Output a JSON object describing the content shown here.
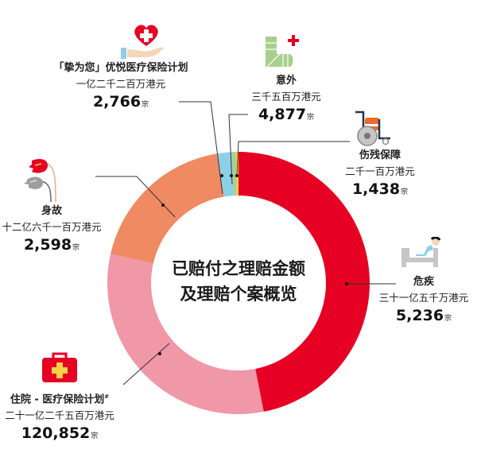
{
  "chart_data": {
    "type": "pie",
    "variant": "donut",
    "title": "已赔付之理赔金额及理赔个案概览",
    "unit_amount": "港元",
    "unit_count": "宗",
    "categories": [
      "危疾",
      "住院 - 医疗保险计划#",
      "身故",
      "「挚为您」优悦医疗保险计划",
      "意外",
      "伤残保障"
    ],
    "series": [
      {
        "name": "已赔付之理赔金额 (百万港元)",
        "values": [
          3150,
          2125,
          1261,
          122,
          35,
          21
        ]
      },
      {
        "name": "理赔个案 (宗)",
        "values": [
          5236,
          120852,
          2598,
          2766,
          4877,
          1438
        ]
      }
    ],
    "amount_labels": [
      "三十一亿五千万港元",
      "二十一亿二千五百万港元",
      "十二亿六千一百万港元",
      "一亿二千二百万港元",
      "三千五百万港元",
      "二千一百万港元"
    ],
    "colors": [
      "#e60023",
      "#f097a8",
      "#f08a62",
      "#8ecfe8",
      "#a8d08d",
      "#f7d046"
    ],
    "legend_position": "callout labels around ring"
  },
  "center_title": {
    "line1": "已赔付之理赔金额",
    "line2": "及理赔个案概览"
  },
  "segments": [
    {
      "key": "critical_illness",
      "name": "危疾",
      "amount": "三十一亿五千万港元",
      "count": "5,236",
      "unit": "宗",
      "color": "#e60023",
      "icon": "hospital-bed-patient-icon"
    },
    {
      "key": "hospitalization",
      "name": "住院 - 医疗保险计划",
      "footnote": "#",
      "amount": "二十一亿二千五百万港元",
      "count": "120,852",
      "unit": "宗",
      "color": "#f097a8",
      "icon": "first-aid-kit-icon"
    },
    {
      "key": "death",
      "name": "身故",
      "amount": "十二亿六千一百万港元",
      "count": "2,598",
      "unit": "宗",
      "color": "#f08a62",
      "icon": "wilting-flowers-icon"
    },
    {
      "key": "medical_plan",
      "name": "「挚为您」优悦医疗保险计划",
      "amount": "一亿二千二百万港元",
      "count": "2,766",
      "unit": "宗",
      "color": "#8ecfe8",
      "icon": "heart-in-hand-icon"
    },
    {
      "key": "accident",
      "name": "意外",
      "amount": "三千五百万港元",
      "count": "4,877",
      "unit": "宗",
      "color": "#a8d08d",
      "icon": "leg-cast-icon"
    },
    {
      "key": "disability",
      "name": "伤残保障",
      "amount": "二千一百万港元",
      "count": "1,438",
      "unit": "宗",
      "color": "#f7d046",
      "icon": "wheelchair-icon"
    }
  ]
}
